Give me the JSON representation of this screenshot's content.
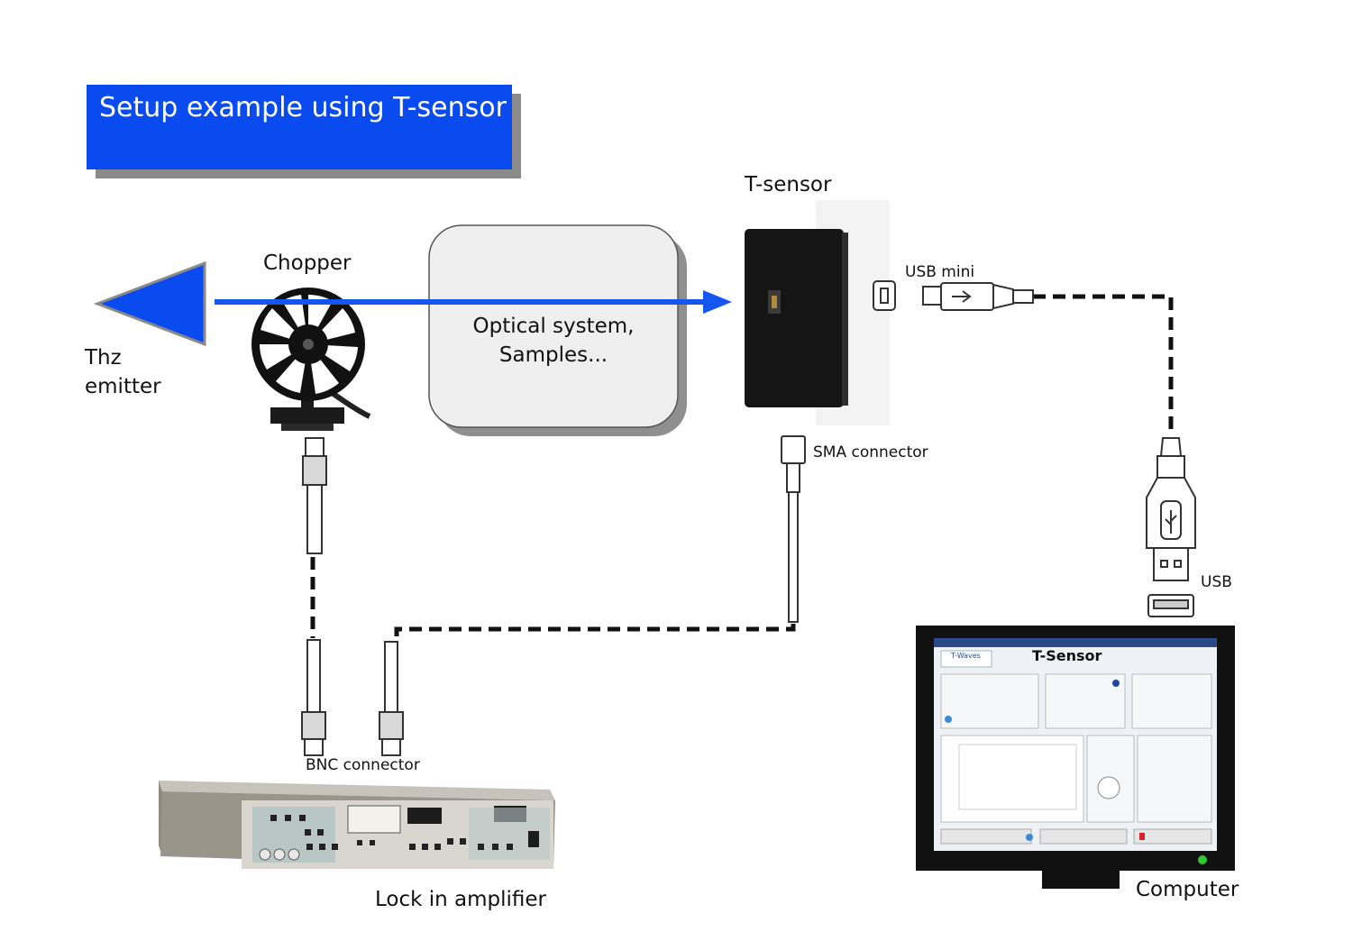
{
  "title": "Setup example using T-sensor",
  "labels": {
    "thz_line1": "Thz",
    "thz_line2": "emitter",
    "chopper": "Chopper",
    "optical_line1": "Optical system,",
    "optical_line2": "Samples...",
    "tsensor": "T-sensor",
    "usb_mini": "USB mini",
    "sma_connector": "SMA connector",
    "usb": "USB",
    "bnc_connector": "BNC connector",
    "lock_in": "Lock in amplifier",
    "computer": "Computer"
  },
  "screen": {
    "app_title": "T-Sensor",
    "logo": "T-Waves"
  },
  "colors": {
    "beam": "#1556ef",
    "emitter": "#0a4bf0",
    "title_bg": "#0a4bf0",
    "sensor_body": "#151515",
    "optical_fill": "#efefef"
  }
}
